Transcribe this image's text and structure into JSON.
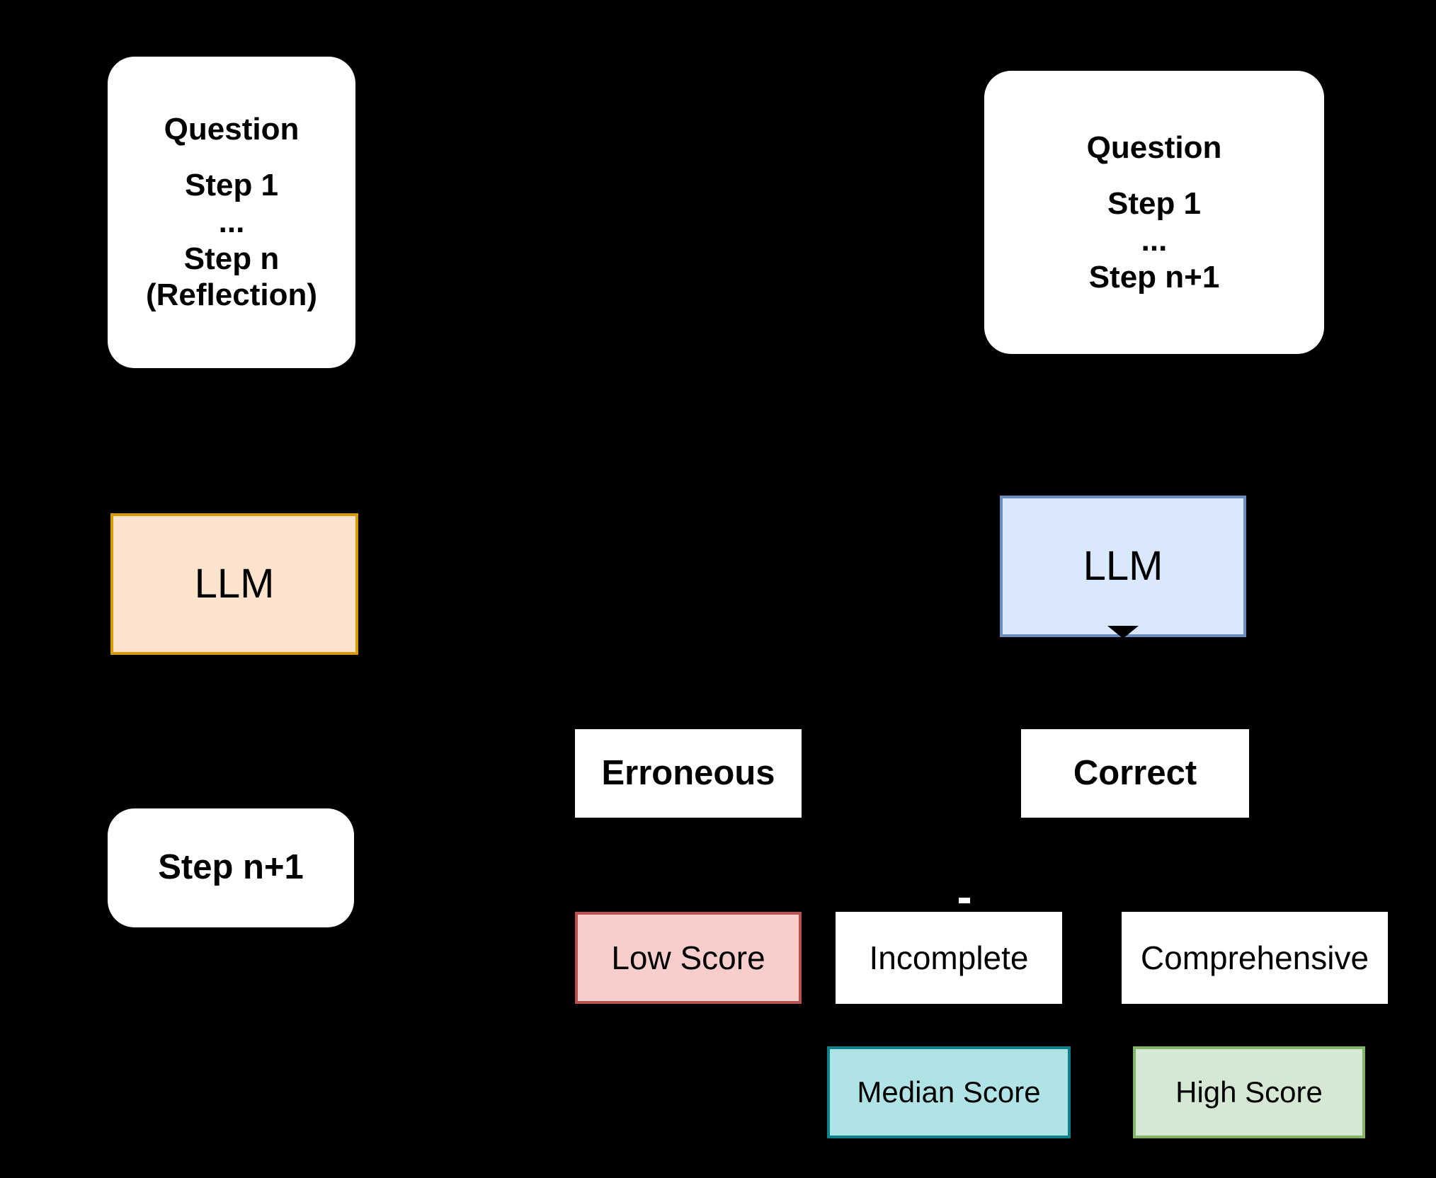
{
  "diagram": {
    "background_color": "#000000",
    "title_visible": false,
    "nodes": {
      "question_reflection": {
        "lines": [
          "Question",
          "",
          "Step 1",
          "...",
          "Step n",
          "(Reflection)"
        ],
        "shape": "rounded-rectangle",
        "fill": "#ffffff",
        "text_color": "#000000"
      },
      "question_next": {
        "lines": [
          "Question",
          "",
          "Step 1",
          "...",
          "Step n+1"
        ],
        "shape": "rounded-rectangle",
        "fill": "#ffffff",
        "text_color": "#000000"
      },
      "llm_left": {
        "label": "LLM",
        "shape": "rectangle",
        "fill": "#fce3cd",
        "stroke": "#d79b00"
      },
      "llm_right": {
        "label": "LLM",
        "shape": "rectangle",
        "fill": "#dae8fc",
        "stroke": "#6c8ebf"
      },
      "step_next": {
        "label": "Step n+1",
        "shape": "rounded-rectangle",
        "fill": "#ffffff"
      },
      "erroneous": {
        "label": "Erroneous",
        "shape": "rectangle",
        "fill": "#ffffff"
      },
      "correct": {
        "label": "Correct",
        "shape": "rectangle",
        "fill": "#ffffff"
      },
      "low_score": {
        "label": "Low Score",
        "shape": "rectangle",
        "fill": "#f8cecc",
        "stroke": "#b85450"
      },
      "incomplete": {
        "label": "Incomplete",
        "shape": "rectangle",
        "fill": "#ffffff"
      },
      "comprehensive": {
        "label": "Comprehensive",
        "shape": "rectangle",
        "fill": "#ffffff"
      },
      "median_score": {
        "label": "Median Score",
        "shape": "rectangle",
        "fill": "#b0e3e6",
        "stroke": "#0e8088"
      },
      "high_score": {
        "label": "High Score",
        "shape": "rectangle",
        "fill": "#d5e8d4",
        "stroke": "#82b366"
      }
    }
  }
}
